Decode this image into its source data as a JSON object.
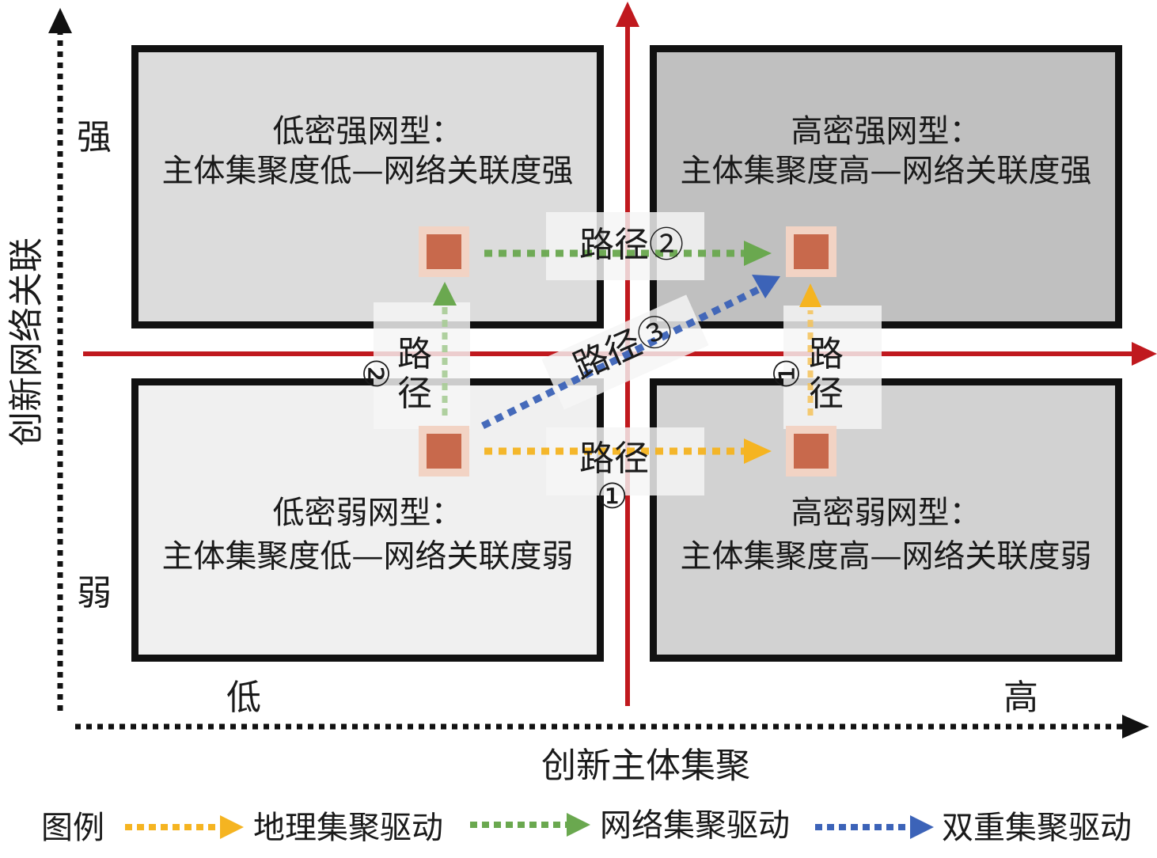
{
  "axes": {
    "y_title": "创新网络关联",
    "x_title": "创新主体集聚",
    "y_high": "强",
    "y_low": "弱",
    "x_low": "低",
    "x_high": "高"
  },
  "quadrants": {
    "top_left": {
      "title": "低密强网型：",
      "desc": "主体集聚度低—网络关联度强",
      "fill": "#dcdcdc"
    },
    "top_right": {
      "title": "高密强网型：",
      "desc": "主体集聚度高—网络关联度强",
      "fill": "#c0c0c0"
    },
    "bottom_left": {
      "title": "低密弱网型：",
      "desc": "主体集聚度低—网络关联度弱",
      "fill": "#f0f0f0"
    },
    "bottom_right": {
      "title": "高密弱网型：",
      "desc": "主体集聚度高—网络关联度弱",
      "fill": "#d2d2d2"
    }
  },
  "paths": {
    "path1_bottom": "路径①",
    "path1_right": "路径①",
    "path2_top": "路径②",
    "path2_left": "路径②",
    "path3": "路径③",
    "char_lu": "路",
    "char_jing": "径",
    "circ1": "①",
    "circ2": "②"
  },
  "legend": {
    "title": "图例",
    "items": [
      {
        "label": "地理集聚驱动",
        "color": "#f5b421"
      },
      {
        "label": "网络集聚驱动",
        "color": "#6aa84f"
      },
      {
        "label": "双重集聚驱动",
        "color": "#3c63b8"
      }
    ]
  },
  "colors": {
    "center_axis": "#c0191e",
    "frame": "#111111",
    "node_core": "#c8694c",
    "node_halo": "#f2d3c4"
  }
}
